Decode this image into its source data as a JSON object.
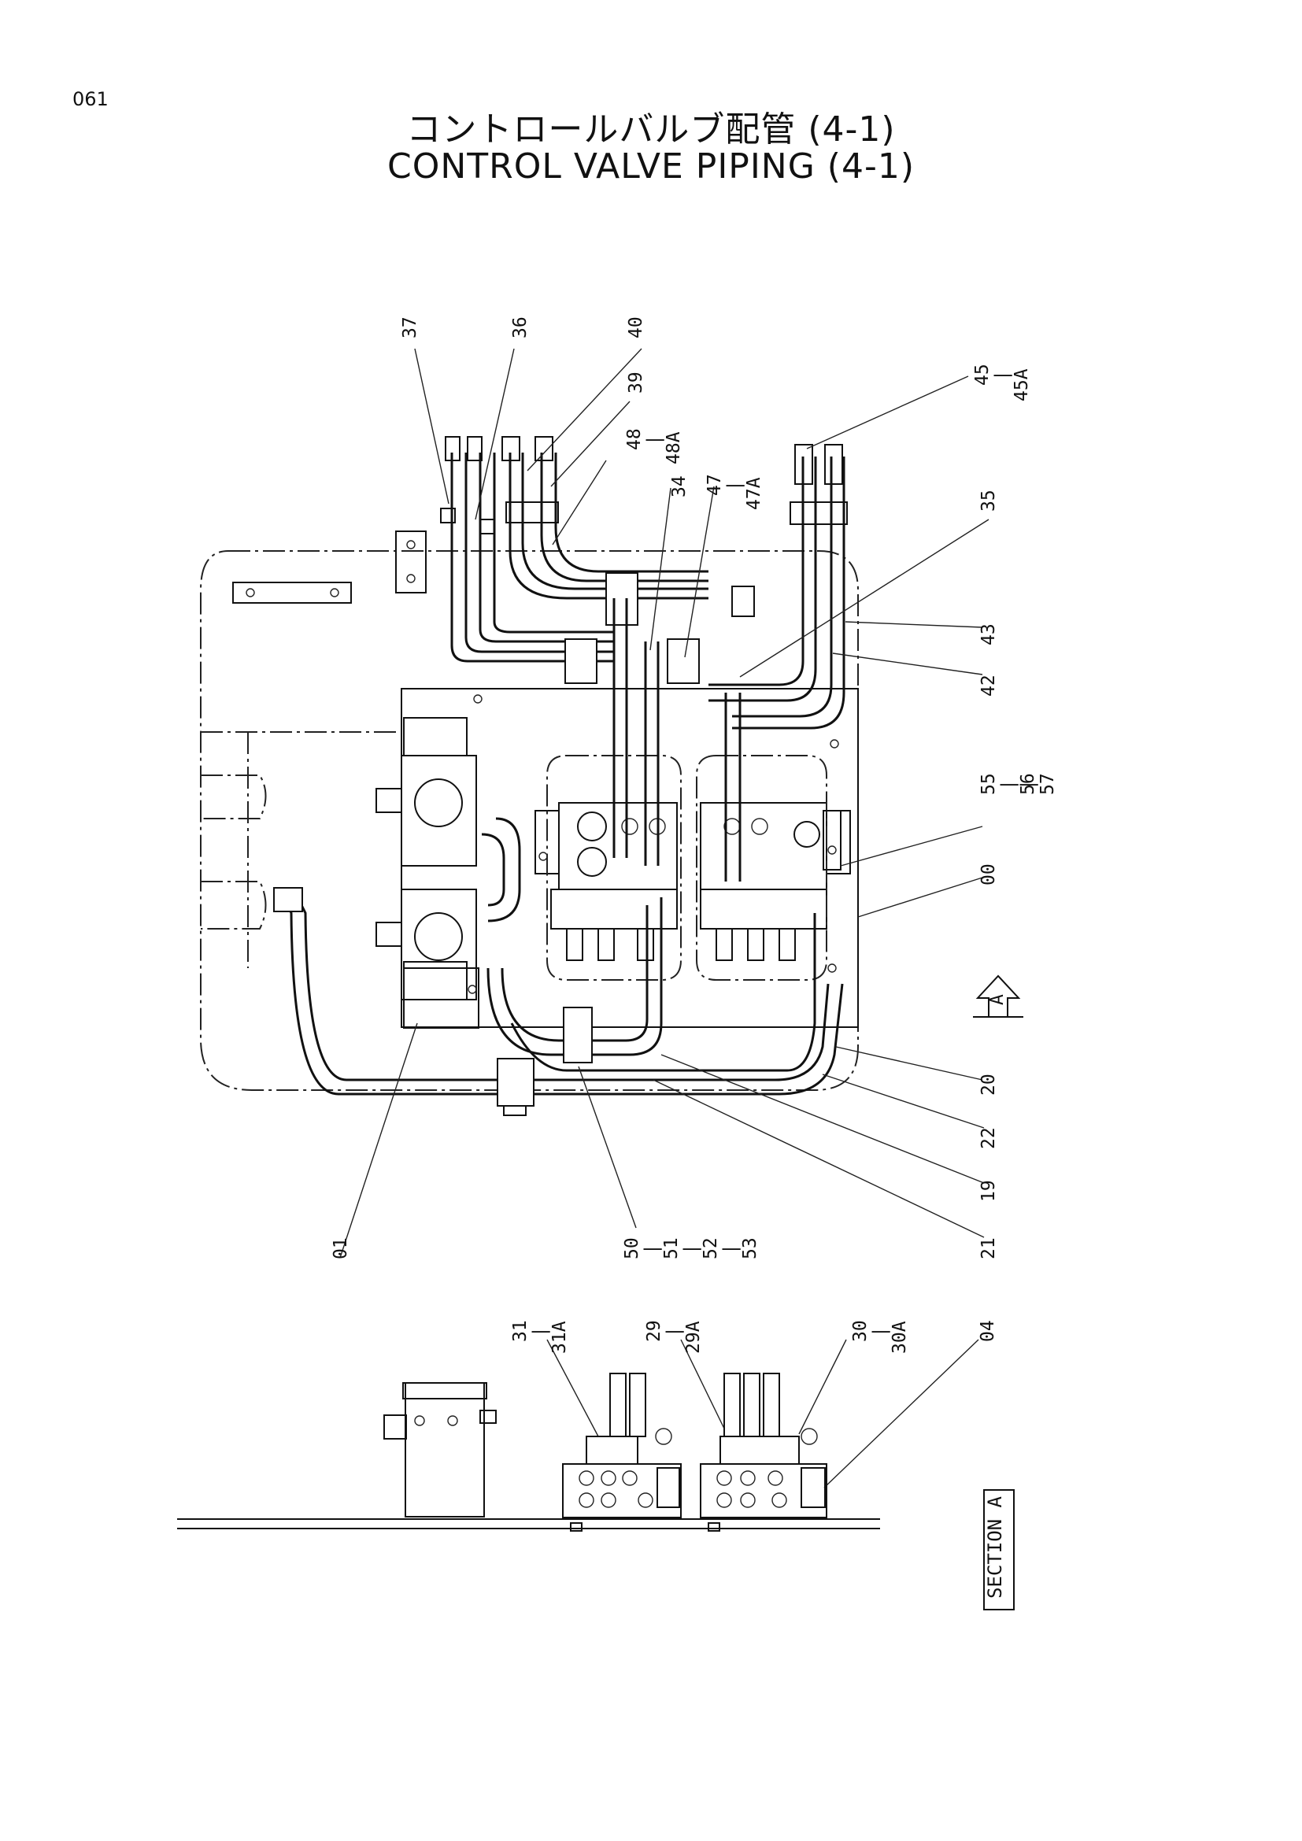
{
  "page_number": "061",
  "title_jp": "コントロールバルブ配管 (4-1)",
  "title_en": "CONTROL VALVE PIPING (4-1)",
  "callouts": {
    "c37": "37",
    "c36": "36",
    "c40": "40",
    "c39": "39",
    "c48a": "48",
    "c48b": "|",
    "c48c": "48A",
    "c34": "34",
    "c47a": "47",
    "c47b": "|",
    "c47c": "47A",
    "c45a": "45",
    "c45b": "|",
    "c45c": "45A",
    "c35": "35",
    "c43": "43",
    "c42": "42",
    "c55": "55",
    "c55s1": "|",
    "c56": "56",
    "c55s2": "|",
    "c57": "57",
    "c00": "00",
    "c20": "20",
    "c22": "22",
    "c19": "19",
    "c21": "21",
    "c01": "01",
    "c50": "50",
    "c50s1": "|",
    "c51": "51",
    "c50s2": "|",
    "c52": "52",
    "c50s3": "|",
    "c53": "53",
    "c31a": "31",
    "c31b": "|",
    "c31c": "31A",
    "c29a": "29",
    "c29b": "|",
    "c29c": "29A",
    "c30a": "30",
    "c30b": "|",
    "c30c": "30A",
    "c04": "04"
  },
  "view_arrow_label": "A",
  "section_label": "SECTION A"
}
